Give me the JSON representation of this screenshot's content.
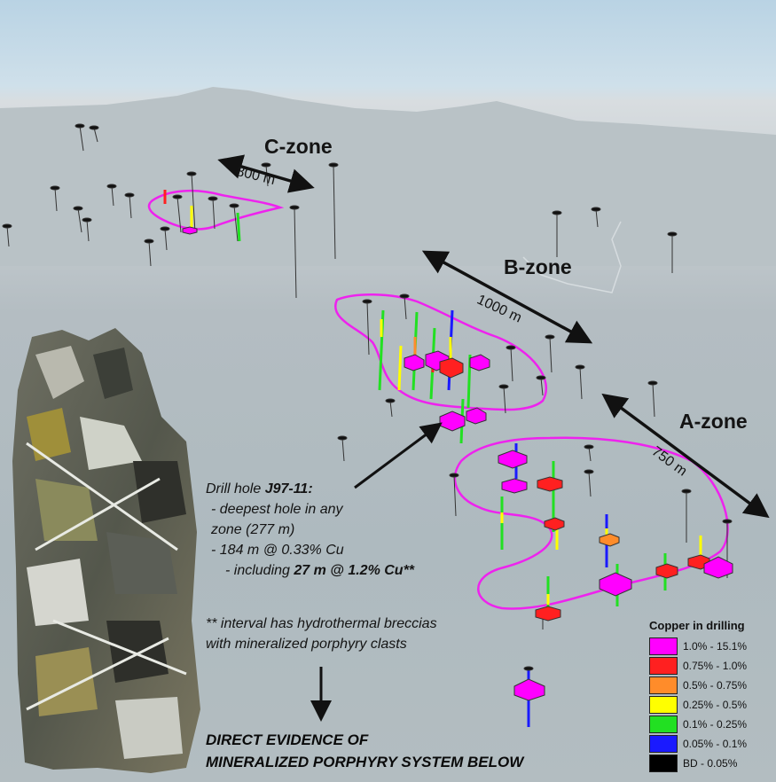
{
  "zones": [
    {
      "name": "C-zone",
      "distance": "800 m"
    },
    {
      "name": "B-zone",
      "distance": "1000 m"
    },
    {
      "name": "A-zone",
      "distance": "750 m"
    }
  ],
  "callout": {
    "title_prefix": "Drill hole ",
    "hole_id": "J97-11:",
    "line1": "- deepest hole in any",
    "line2": "zone (277 m)",
    "line3": "- 184 m @ 0.33% Cu",
    "line4_prefix": "- including ",
    "line4_bold": "27 m @ 1.2% Cu**"
  },
  "note": {
    "line1": "** interval has hydrothermal breccias",
    "line2": "with mineralized porphyry clasts"
  },
  "conclusion": {
    "line1": "DIRECT  EVIDENCE OF",
    "line2": "MINERALIZED PORPHYRY SYSTEM BELOW"
  },
  "legend": {
    "title": "Copper in drilling",
    "items": [
      {
        "label": "1.0% - 15.1%",
        "color": "#ff00ff"
      },
      {
        "label": "0.75% - 1.0%",
        "color": "#ff2020"
      },
      {
        "label": "0.5% - 0.75%",
        "color": "#ff8c2a"
      },
      {
        "label": "0.25% - 0.5%",
        "color": "#ffff00"
      },
      {
        "label": "0.1% - 0.25%",
        "color": "#22e022"
      },
      {
        "label": "0.05% - 0.1%",
        "color": "#1a1aff"
      },
      {
        "label": "BD - 0.05%",
        "color": "#000000"
      }
    ]
  },
  "colors": {
    "outline": "#ee22ee",
    "arrow": "#111111"
  }
}
